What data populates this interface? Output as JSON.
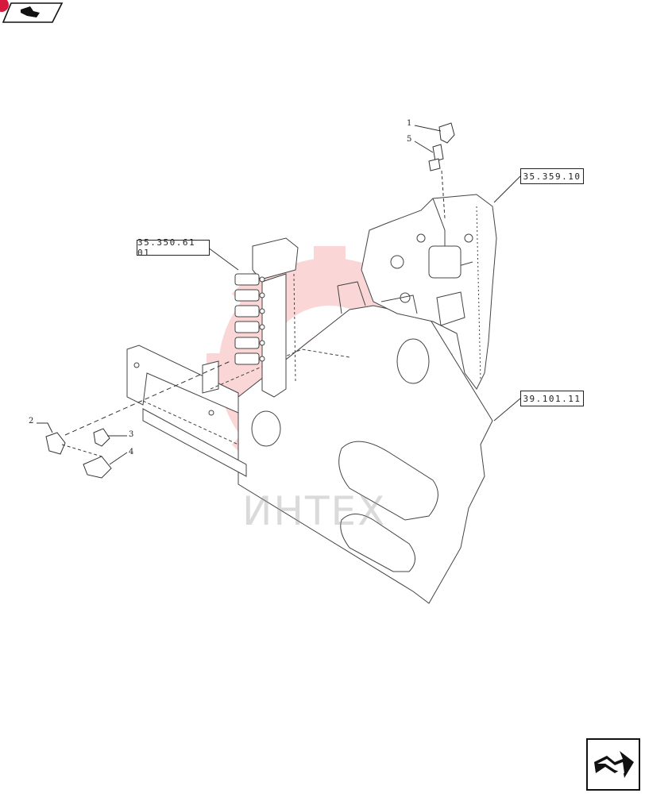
{
  "watermark": {
    "text": "ИНТЕХ",
    "color": "#e8373c"
  },
  "references": {
    "valve_block": "35.359.10",
    "manifold": "35.350.61 01",
    "bracket": "39.101.11"
  },
  "callouts": [
    "1",
    "5",
    "2",
    "3",
    "4"
  ],
  "icons": {
    "top_nav": "page-arrow-icon",
    "bottom_nav": "next-page-arrow-icon"
  }
}
